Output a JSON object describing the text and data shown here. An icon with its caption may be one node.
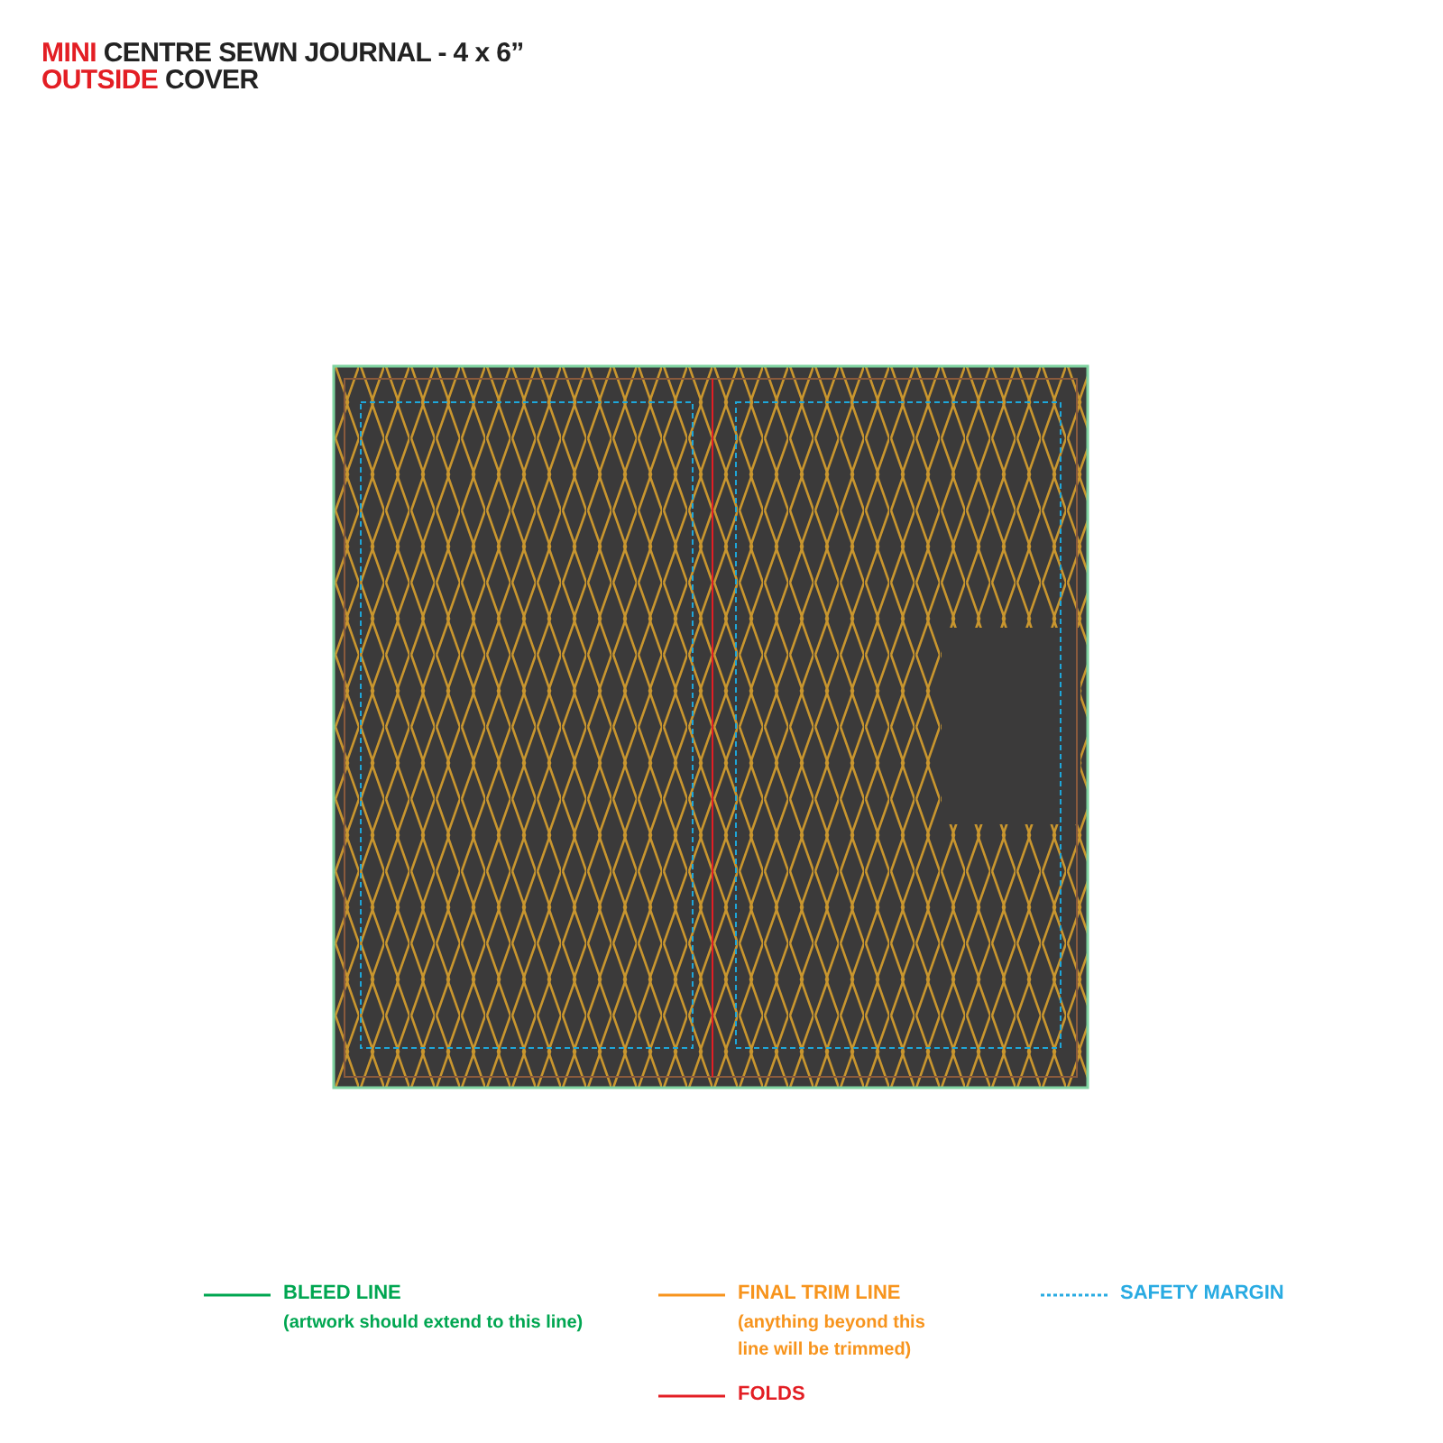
{
  "diagram": {
    "title": "**MINI** CENTRE SEWN JOURNAL - 4 x 6” **OUTSIDE** COVER",
    "labels": [
      "(artwork should extend to this line)",
      "(anything beyond this line will be trimmed)"
    ],
    "legend": [
      {
        "text": "BLEED LINE"
      },
      {
        "text": "FINAL TRIM LINE"
      },
      {
        "text": "SAFETY MARGIN"
      },
      {
        "text": "FOLDS"
      }
    ]
  }
}
